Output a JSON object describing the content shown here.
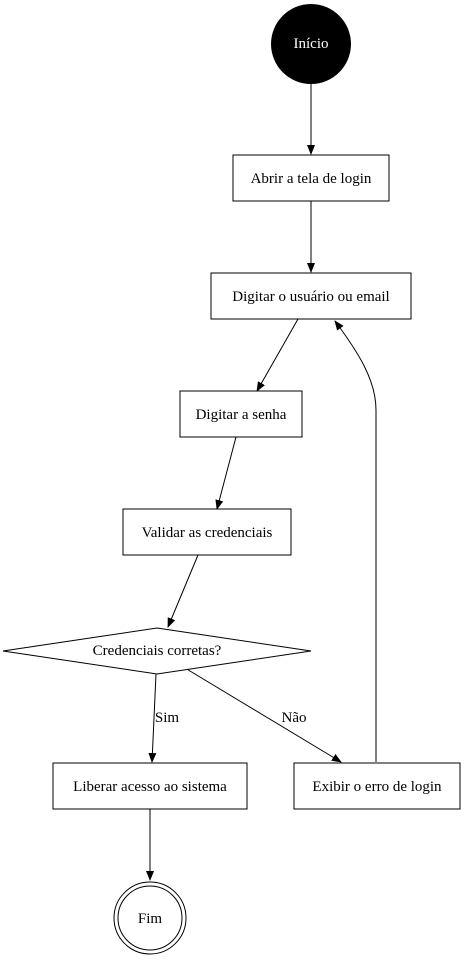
{
  "nodes": {
    "start": {
      "label": "Início"
    },
    "open_login": {
      "label": "Abrir a tela de login"
    },
    "enter_user": {
      "label": "Digitar o usuário ou email"
    },
    "enter_password": {
      "label": "Digitar a senha"
    },
    "validate": {
      "label": "Validar as credenciais"
    },
    "decision": {
      "label": "Credenciais corretas?"
    },
    "grant_access": {
      "label": "Liberar acesso ao sistema"
    },
    "show_error": {
      "label": "Exibir o erro de login"
    },
    "end": {
      "label": "Fim"
    }
  },
  "edges": {
    "yes_label": "Sim",
    "no_label": "Não"
  },
  "colors": {
    "start_fill": "#000000",
    "start_text": "#ffffff",
    "stroke": "#000000",
    "background": "#ffffff"
  }
}
